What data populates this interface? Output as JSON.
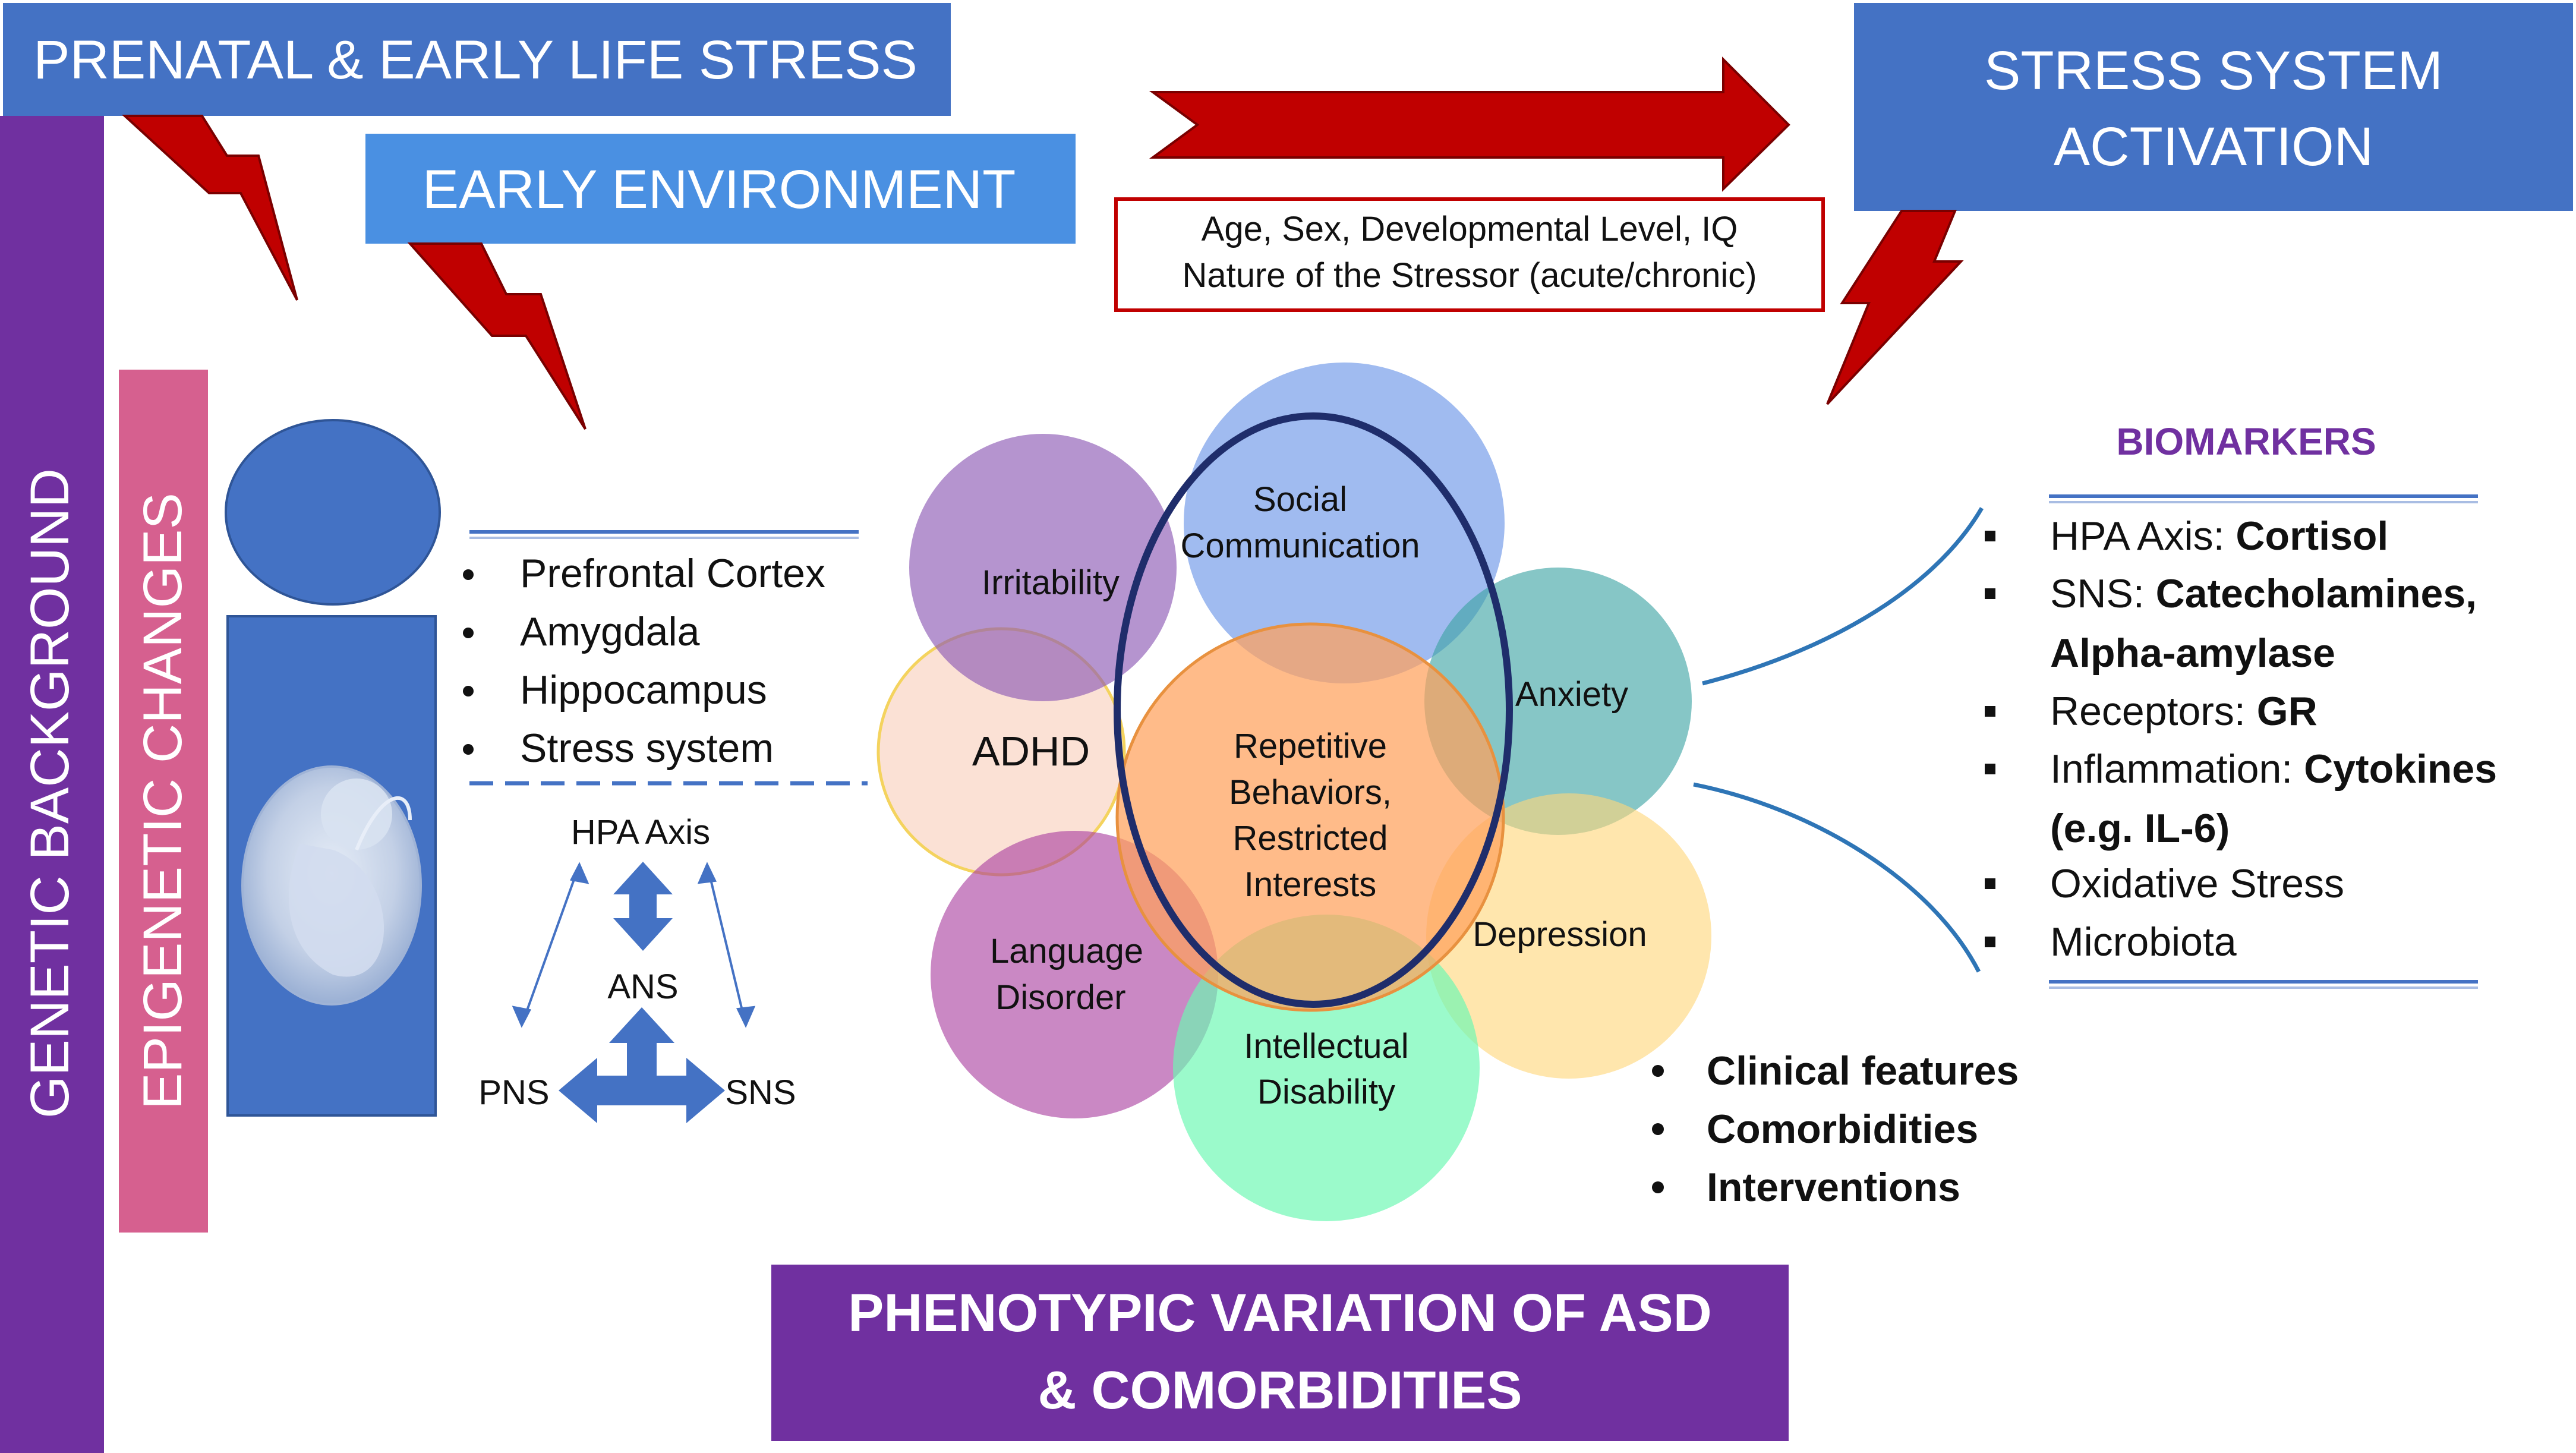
{
  "banners": {
    "prenatal": "PRENATAL & EARLY LIFE STRESS",
    "early_env": "EARLY ENVIRONMENT",
    "stress_l1": "STRESS SYSTEM",
    "stress_l2": "ACTIVATION",
    "phenotype_l1": "PHENOTYPIC VARIATION OF ASD",
    "phenotype_l2": "& COMORBIDITIES"
  },
  "vertical": {
    "genetic": "GENETIC BACKGROUND",
    "epigenetic": "EPIGENETIC CHANGES"
  },
  "modifiers": {
    "line1": "Age, Sex, Developmental Level, IQ",
    "line2": "Nature of the Stressor (acute/chronic)"
  },
  "brain_list": [
    "Prefrontal Cortex",
    "Amygdala",
    "Hippocampus",
    "Stress system"
  ],
  "axis": {
    "hpa": "HPA Axis",
    "ans": "ANS",
    "pns": "PNS",
    "sns": "SNS"
  },
  "circles": {
    "social_l1": "Social",
    "social_l2": "Communication",
    "irritability": "Irritability",
    "anxiety": "Anxiety",
    "adhd": "ADHD",
    "rep_l1": "Repetitive",
    "rep_l2": "Behaviors,",
    "rep_l3": "Restricted",
    "rep_l4": "Interests",
    "depression": "Depression",
    "lang_l1": "Language",
    "lang_l2": "Disorder",
    "intel_l1": "Intellectual",
    "intel_l2": "Disability"
  },
  "biomarkers": {
    "title": "BIOMARKERS",
    "hpa_label": "HPA Axis: ",
    "hpa_value": "Cortisol",
    "sns_label": "SNS: ",
    "sns_value": "Catecholamines,",
    "sns_value2": "Alpha-amylase",
    "rec_label": "Receptors: ",
    "rec_value": "GR",
    "inf_label": "Inflammation: ",
    "inf_value": "Cytokines",
    "inf_value2": "(e.g. IL-6)",
    "ox": "Oxidative Stress",
    "micro": "Microbiota"
  },
  "outcomes": [
    "Clinical features",
    "Comorbidities",
    "Interventions"
  ],
  "colors": {
    "banner_blue": "#4472C4",
    "light_blue": "#4A90E2",
    "purple": "#7030A0",
    "pink": "#D6608F",
    "red": "#C00000",
    "navy": "#1F2D6B"
  }
}
